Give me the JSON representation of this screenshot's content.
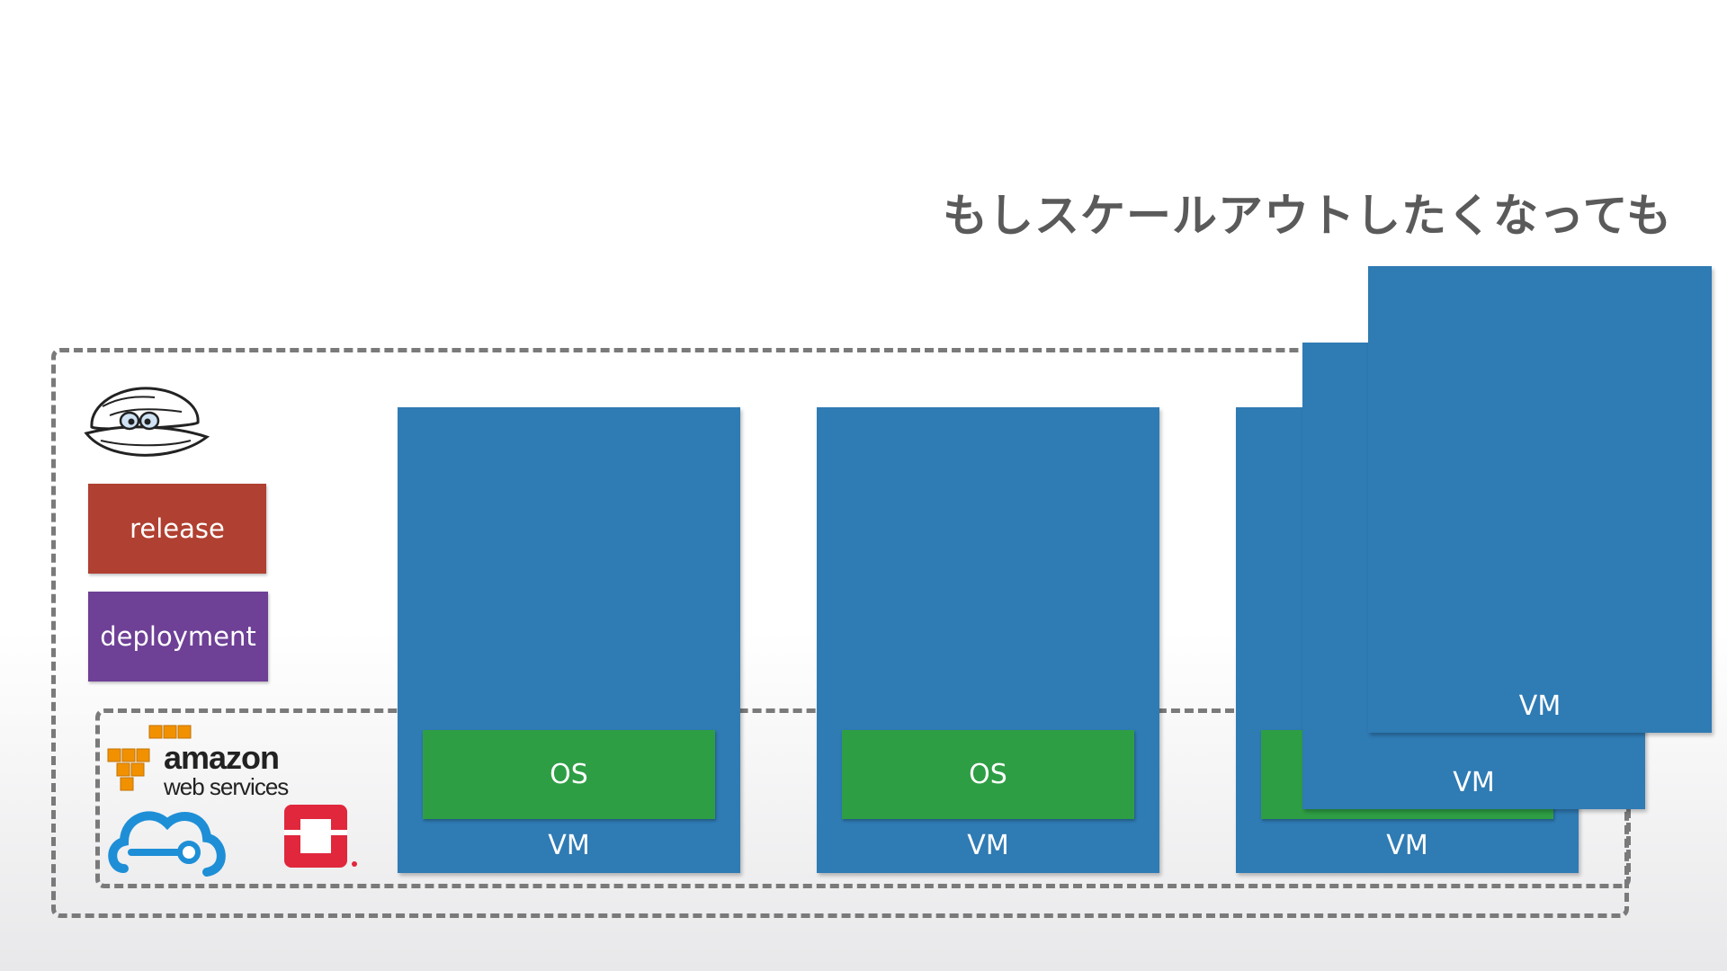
{
  "heading": "もしスケールアウトしたくなっても",
  "tags": {
    "release": "release",
    "deployment": "deployment"
  },
  "vms": [
    {
      "label": "VM",
      "os": "OS"
    },
    {
      "label": "VM",
      "os": "OS"
    },
    {
      "label": "VM",
      "os": ""
    },
    {
      "label": "VM",
      "os": ""
    },
    {
      "label": "VM",
      "os": ""
    }
  ],
  "logos": {
    "aws_line1": "amazon",
    "aws_line2": "web services"
  },
  "icons": [
    "bosh-clam-mascot-icon",
    "aws-cubes-icon",
    "azure-cloud-icon",
    "openstack-icon"
  ],
  "colors": {
    "vm": "#2f7bb4",
    "os": "#2e9e44",
    "release": "#b04031",
    "deployment": "#6e4096",
    "dashed_border": "#7a7a7a",
    "heading": "#5a5a5a",
    "aws_orange": "#f29100",
    "azure_blue": "#1e8fd6",
    "openstack_red": "#e0273c"
  }
}
